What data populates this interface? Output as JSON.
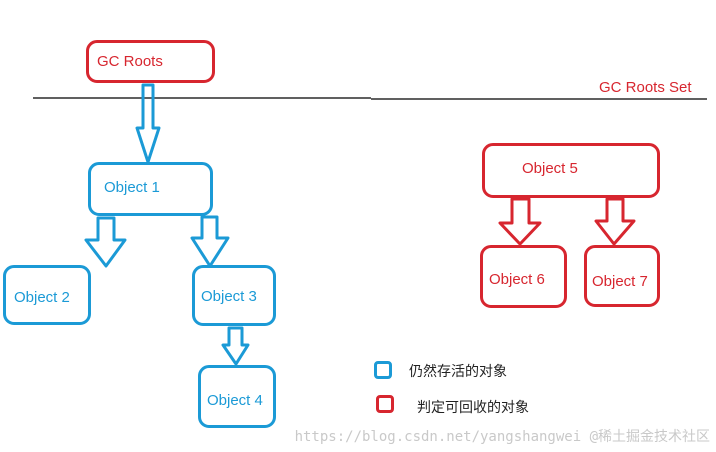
{
  "nodes": {
    "gc_roots": "GC Roots",
    "object1": "Object 1",
    "object2": "Object 2",
    "object3": "Object 3",
    "object4": "Object 4",
    "object5": "Object 5",
    "object6": "Object 6",
    "object7": "Object 7"
  },
  "divider_label": "GC Roots Set",
  "legend": {
    "alive": "仍然存活的对象",
    "collectable": "判定可回收的对象"
  },
  "watermark": "https://blog.csdn.net/yangshangwei @稀土掘金技术社区",
  "colors": {
    "alive": "#1b9ad6",
    "collectable": "#d7262f"
  }
}
